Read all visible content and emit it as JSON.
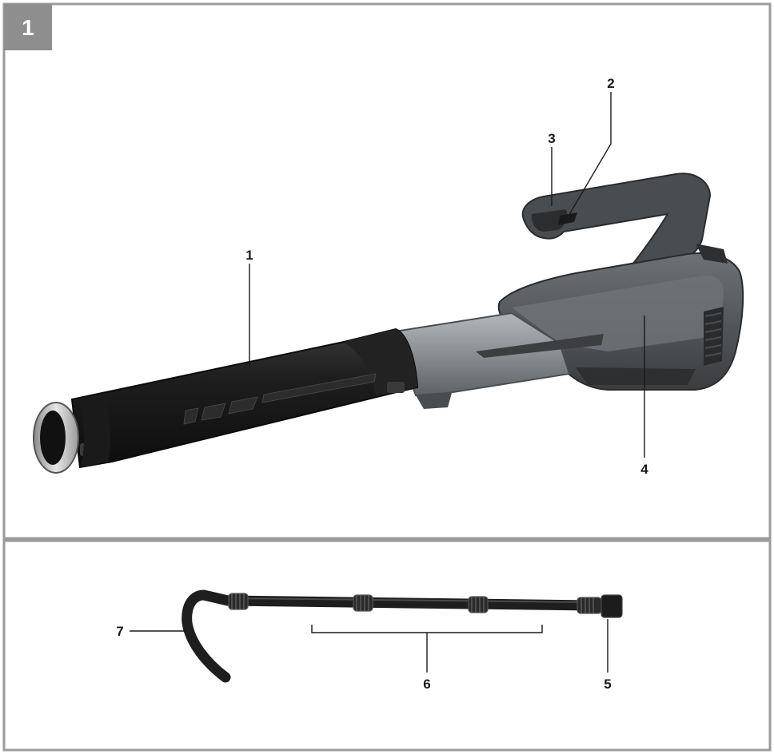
{
  "figure": {
    "number": "1",
    "callouts": {
      "c1": "1",
      "c2": "2",
      "c3": "3",
      "c4": "4",
      "c5": "5",
      "c6": "6",
      "c7": "7"
    },
    "colors": {
      "frame": "#9b9b9b",
      "badge": "#8e8e8e",
      "tube_dark": "#1c1c1c",
      "housing_grey": "#5a5d60",
      "transparent_section": "#8d9196",
      "metal_ring": "#c9c9c9"
    }
  }
}
